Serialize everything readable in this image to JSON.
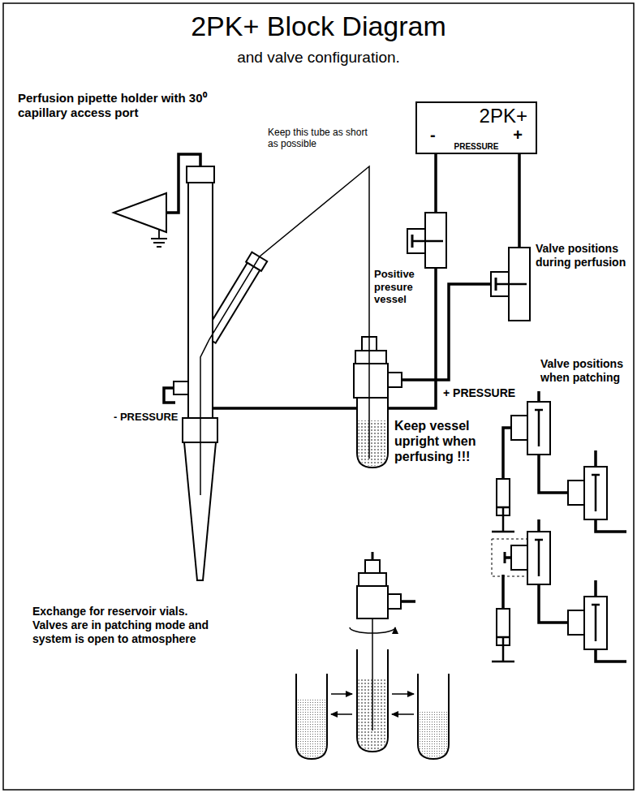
{
  "diagram": {
    "title": "2PK+ Block Diagram",
    "nodes": [
      {
        "text": [
          "2PK+",
          "-",
          "+",
          "PRESSURE"
        ]
      }
    ],
    "labels": [
      "and valve configuration.",
      "Perfusion pipette holder with 30⁰ capillary access port",
      "Keep this tube as short as possible",
      "Positive presure vessel",
      "+ PRESSURE",
      "Valve positions during perfusion",
      "- PRESSURE",
      "Keep vessel upright when perfusing !!!",
      "Valve positions when patching",
      "Exchange for reservoir vials. Valves are in patching mode and system is open to atmosphere"
    ]
  }
}
